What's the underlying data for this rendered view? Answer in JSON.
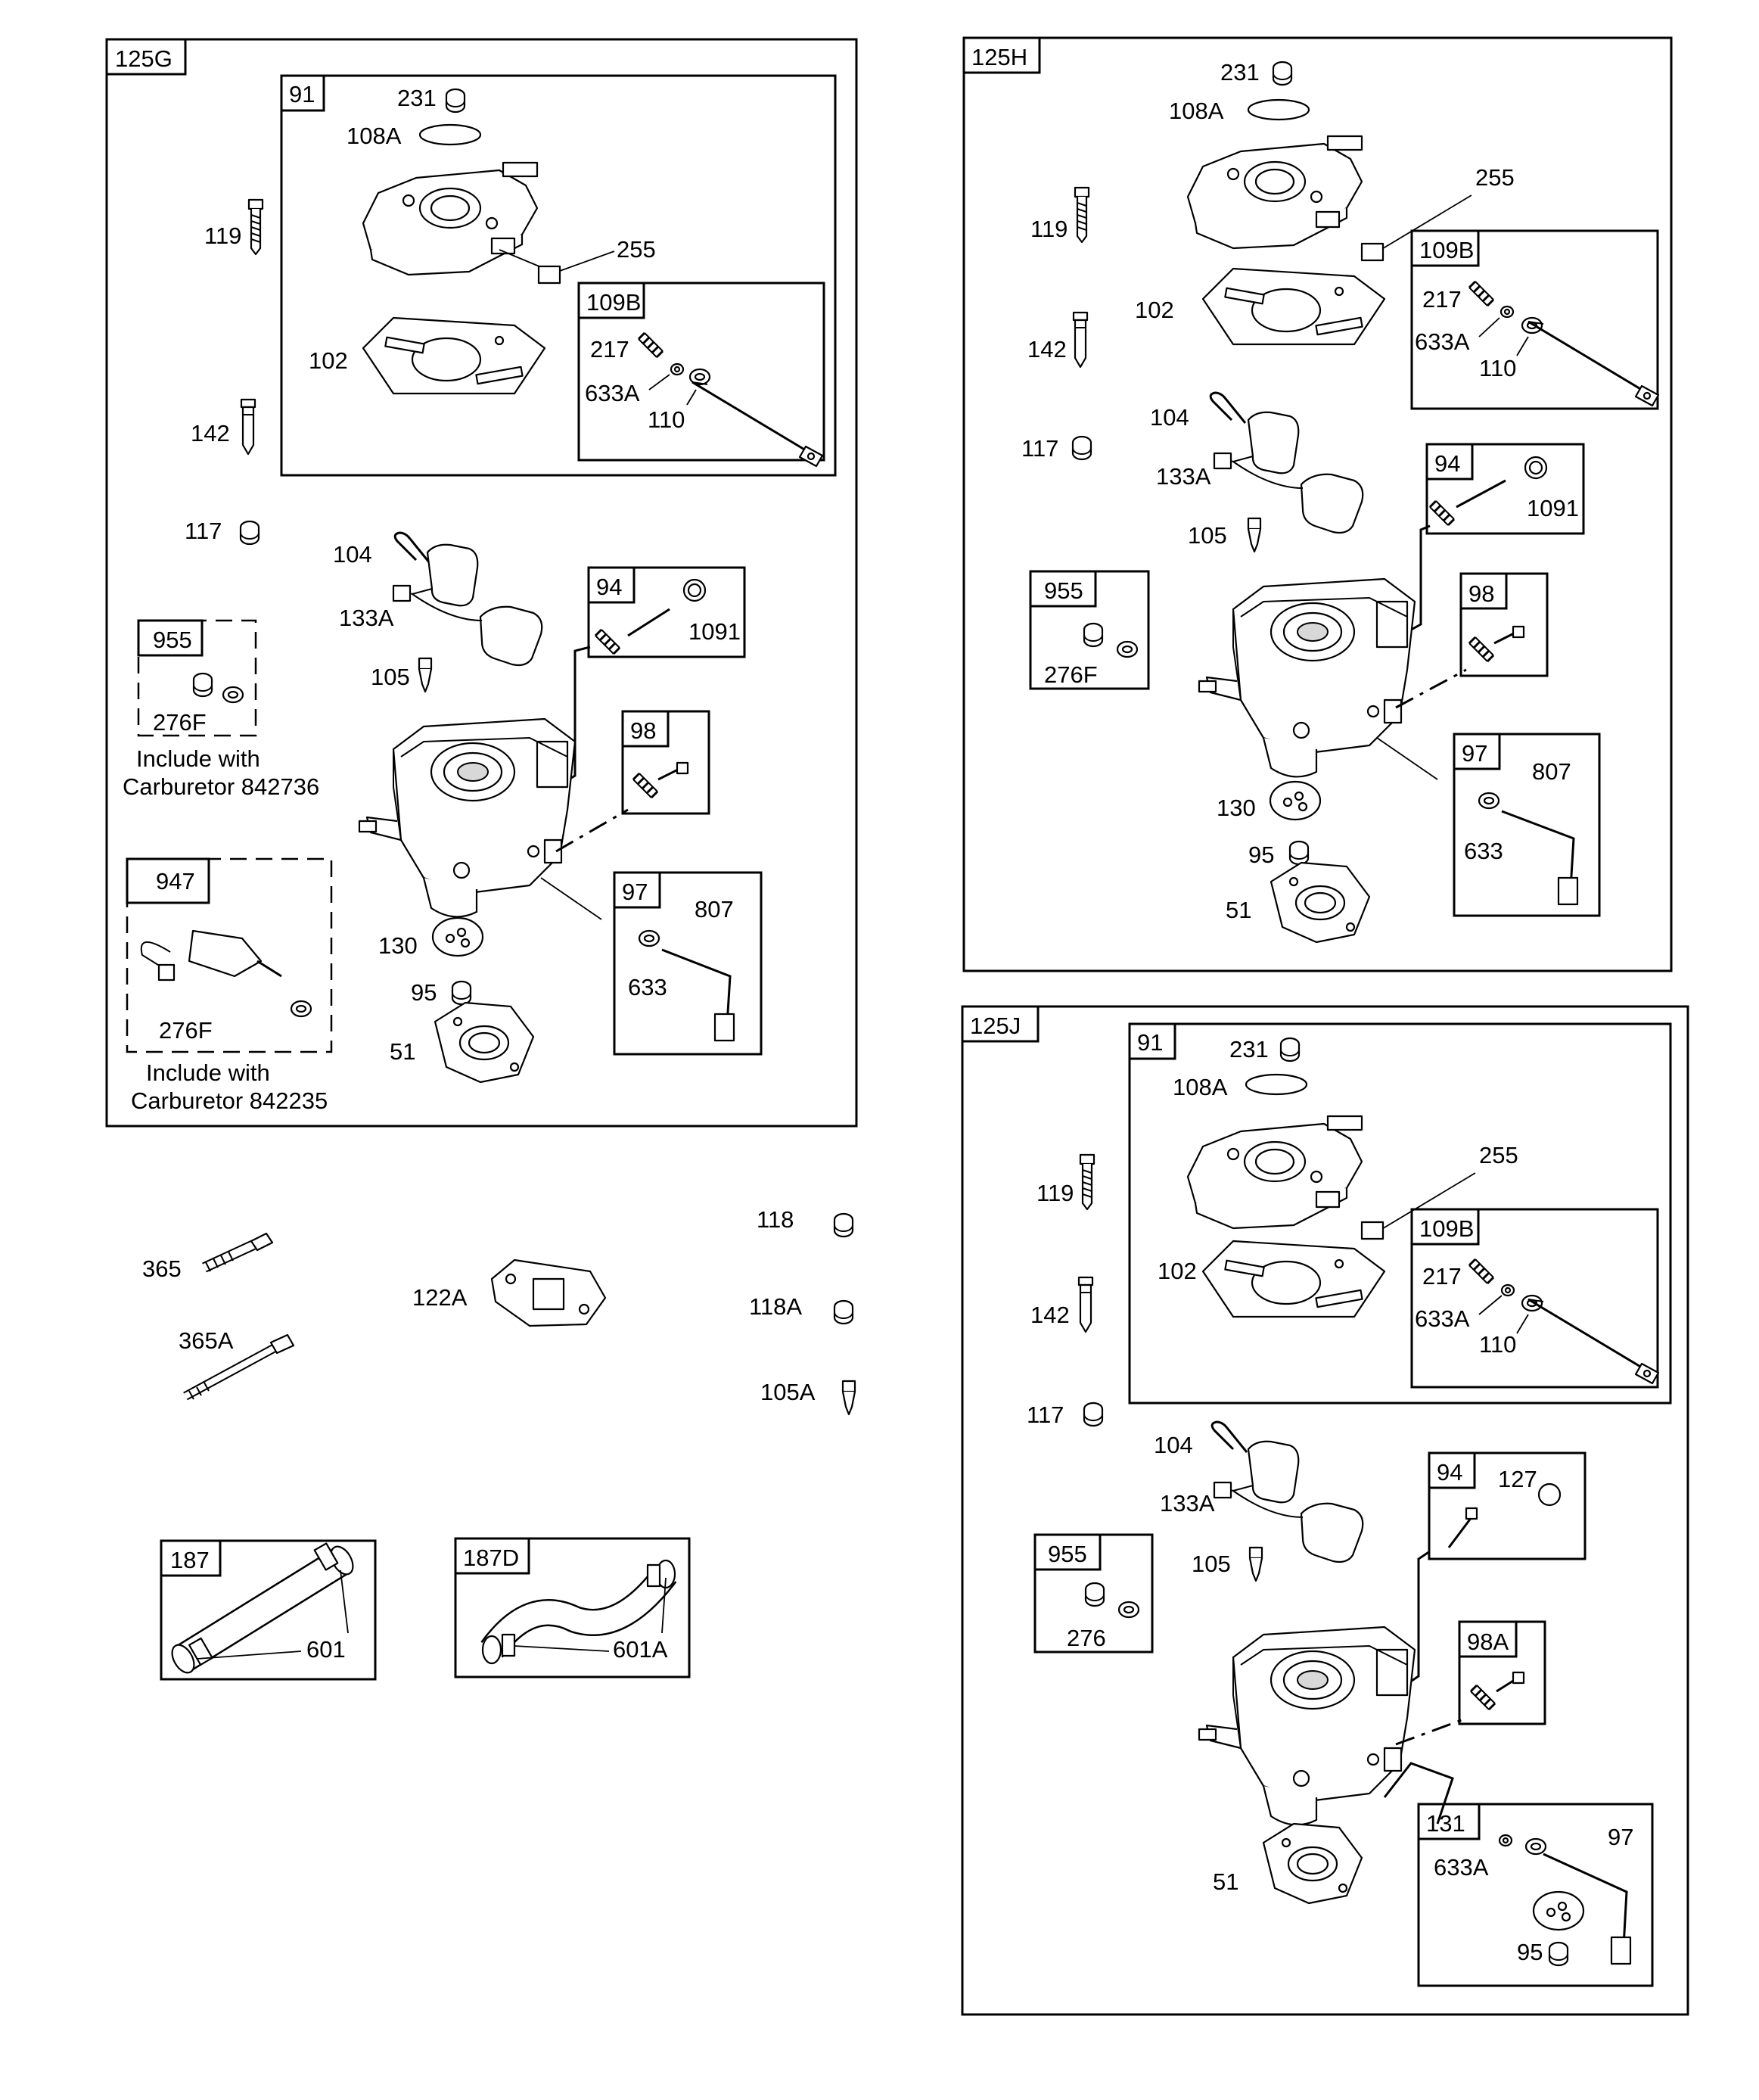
{
  "panels": {
    "p125G": "125G",
    "p125H": "125H",
    "p125J": "125J"
  },
  "labels": {
    "g91": "91",
    "g231": "231",
    "g108A": "108A",
    "g119": "119",
    "g255": "255",
    "g109B": "109B",
    "g217": "217",
    "g633A": "633A",
    "g110": "110",
    "g102": "102",
    "g142": "142",
    "g117": "117",
    "g104": "104",
    "g133A": "133A",
    "g94": "94",
    "g1091": "1091",
    "g955": "955",
    "g105": "105",
    "g276F": "276F",
    "g98": "98",
    "g97": "97",
    "g807": "807",
    "g633": "633",
    "g947": "947",
    "g130": "130",
    "g95": "95",
    "g276F2": "276F",
    "g51": "51",
    "h231": "231",
    "h108A": "108A",
    "h255": "255",
    "h119": "119",
    "h109B": "109B",
    "h217": "217",
    "h102": "102",
    "h633A": "633A",
    "h110": "110",
    "h142": "142",
    "h104": "104",
    "h117": "117",
    "h133A": "133A",
    "h94": "94",
    "h1091": "1091",
    "h105": "105",
    "h955": "955",
    "h98": "98",
    "h276F": "276F",
    "h97": "97",
    "h807": "807",
    "h130": "130",
    "h633": "633",
    "h95": "95",
    "h51": "51",
    "j91": "91",
    "j231": "231",
    "j108A": "108A",
    "j255": "255",
    "j119": "119",
    "j109B": "109B",
    "j217": "217",
    "j102": "102",
    "j633A": "633A",
    "j110": "110",
    "j142": "142",
    "j117": "117",
    "j104": "104",
    "j94": "94",
    "j127": "127",
    "j133A": "133A",
    "j955": "955",
    "j105": "105",
    "j276": "276",
    "j98A": "98A",
    "j131": "131",
    "j97": "97",
    "j633A2": "633A",
    "j51": "51",
    "j95": "95",
    "l365": "365",
    "l122A": "122A",
    "l118": "118",
    "l118A": "118A",
    "l365A": "365A",
    "l105A": "105A",
    "l187": "187",
    "l187D": "187D",
    "l601": "601",
    "l601A": "601A"
  },
  "notes": {
    "n1a": "Include with",
    "n1b": "Carburetor 842736",
    "n2a": "Include with",
    "n2b": "Carburetor 842235"
  }
}
